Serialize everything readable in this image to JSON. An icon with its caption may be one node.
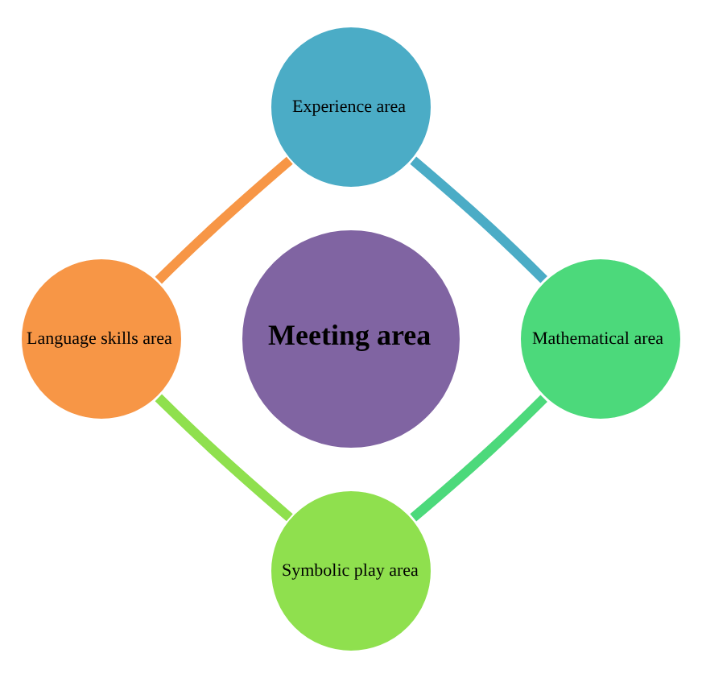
{
  "diagram": {
    "nodes": [
      {
        "text": [
          "Meeting area"
        ]
      },
      {
        "text": [
          "Experience area"
        ]
      },
      {
        "text": [
          "Mathematical area"
        ]
      },
      {
        "text": [
          "Symbolic play area"
        ]
      },
      {
        "text": [
          "Language skills area"
        ]
      }
    ],
    "edges": [
      {
        "from": 1,
        "to": 2,
        "arrow": "none",
        "color": "#4bacc6"
      },
      {
        "from": 2,
        "to": 3,
        "arrow": "none",
        "color": "#4cd97b"
      },
      {
        "from": 3,
        "to": 4,
        "arrow": "none",
        "color": "#8fe04e"
      },
      {
        "from": 4,
        "to": 1,
        "arrow": "none",
        "color": "#f79646"
      }
    ]
  }
}
